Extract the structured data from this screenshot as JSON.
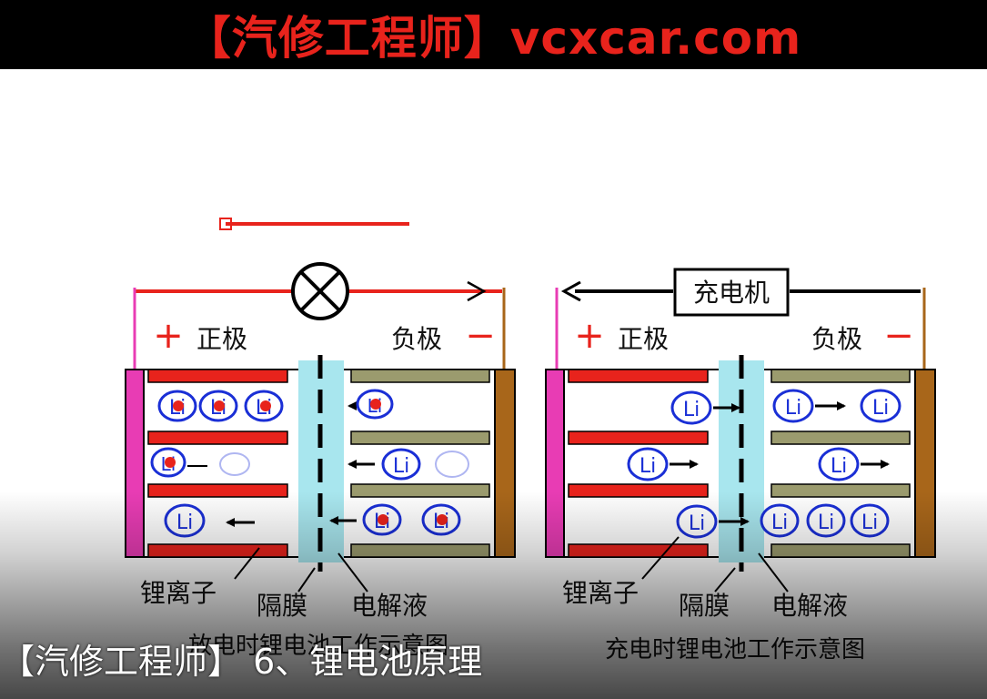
{
  "banner": {
    "text": "【汽修工程师】vcxcar.com"
  },
  "subtitle": {
    "text": "【汽修工程师】 6、锂电池原理"
  },
  "left_diagram": {
    "positive_sign": "+",
    "positive_label": "正极",
    "negative_label": "负极",
    "negative_sign": "−",
    "ion_label": "Li",
    "callout_lithium_ion": "锂离子",
    "callout_separator": "隔膜",
    "callout_electrolyte": "电解液",
    "caption": "放电时锂电池工作示意图"
  },
  "right_diagram": {
    "charger_label": "充电机",
    "positive_sign": "+",
    "positive_label": "正极",
    "negative_label": "负极",
    "negative_sign": "−",
    "ion_label": "Li",
    "callout_lithium_ion": "锂离子",
    "callout_separator": "隔膜",
    "callout_electrolyte": "电解液",
    "caption": "充电时锂电池工作示意图"
  },
  "colors": {
    "banner_bg": "#000000",
    "banner_text": "#e8231c",
    "wire_red": "#e8231c",
    "cathode_pink": "#e83cb4",
    "anode_brown": "#a8661a",
    "plate_red": "#e8231c",
    "plate_olive": "#9b9b6e",
    "electrolyte_cyan": "#a8e6ee",
    "ion_blue": "#1a2fd6"
  }
}
